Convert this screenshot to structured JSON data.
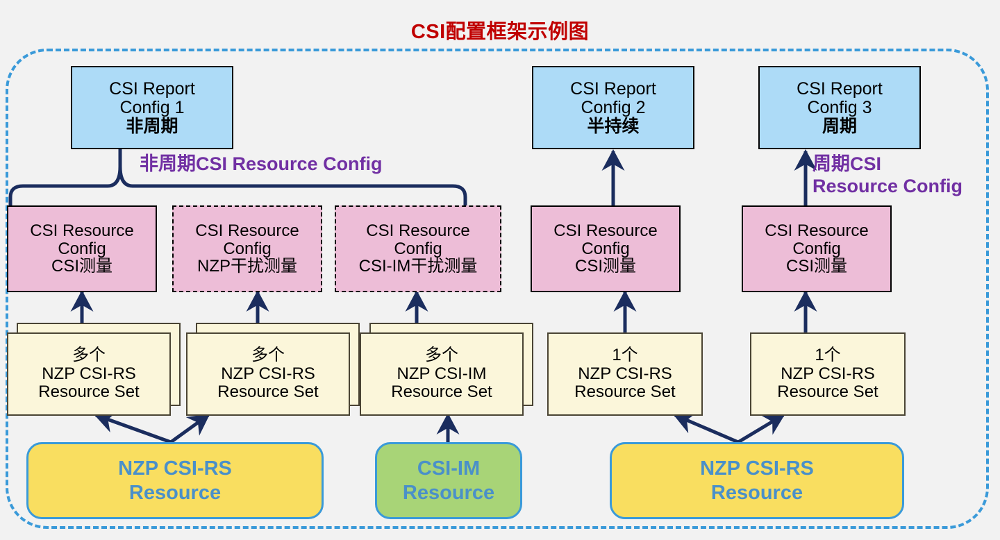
{
  "title": "CSI配置框架示例图",
  "colors": {
    "title": "#c00000",
    "frame_dashed": "#3a9ad9",
    "report_box_fill": "#addbf7",
    "resource_config_fill": "#edbdd7",
    "resource_set_fill": "#fbf6da",
    "nzp_resource_fill": "#f9de60",
    "csi_im_resource_fill": "#a8d477",
    "resource_text": "#4a90c9",
    "purple_label": "#7130a3",
    "arrow": "#1b2d5e"
  },
  "report_configs": [
    {
      "line1": "CSI Report",
      "line2": "Config 1",
      "type": "非周期"
    },
    {
      "line1": "CSI Report",
      "line2": "Config 2",
      "type": "半持续"
    },
    {
      "line1": "CSI Report",
      "line2": "Config 3",
      "type": "周期"
    }
  ],
  "group_labels": {
    "aperiodic": "非周期CSI Resource Config",
    "periodic": "周期CSI\nResource Config"
  },
  "resource_configs": [
    {
      "line1": "CSI Resource",
      "line2": "Config",
      "purpose": "CSI测量",
      "border": "solid"
    },
    {
      "line1": "CSI Resource",
      "line2": "Config",
      "purpose": "NZP干扰测量",
      "border": "dashed"
    },
    {
      "line1": "CSI Resource",
      "line2": "Config",
      "purpose": "CSI-IM干扰测量",
      "border": "dashed"
    },
    {
      "line1": "CSI Resource",
      "line2": "Config",
      "purpose": "CSI测量",
      "border": "solid"
    },
    {
      "line1": "CSI Resource",
      "line2": "Config",
      "purpose": "CSI测量",
      "border": "solid"
    }
  ],
  "resource_sets": [
    {
      "count": "多个",
      "line2": "NZP CSI-RS",
      "line3": "Resource  Set",
      "stacked": true
    },
    {
      "count": "多个",
      "line2": "NZP CSI-RS",
      "line3": "Resource  Set",
      "stacked": true
    },
    {
      "count": "多个",
      "line2": "NZP CSI-IM",
      "line3": "Resource  Set",
      "stacked": true
    },
    {
      "count": "1个",
      "line2": "NZP CSI-RS",
      "line3": "Resource  Set",
      "stacked": false
    },
    {
      "count": "1个",
      "line2": "NZP CSI-RS",
      "line3": "Resource  Set",
      "stacked": false
    }
  ],
  "resources": [
    {
      "line1": "NZP CSI-RS",
      "line2": "Resource",
      "variant": "yellow"
    },
    {
      "line1": "CSI-IM",
      "line2": "Resource",
      "variant": "green"
    },
    {
      "line1": "NZP CSI-RS",
      "line2": "Resource",
      "variant": "yellow"
    }
  ]
}
